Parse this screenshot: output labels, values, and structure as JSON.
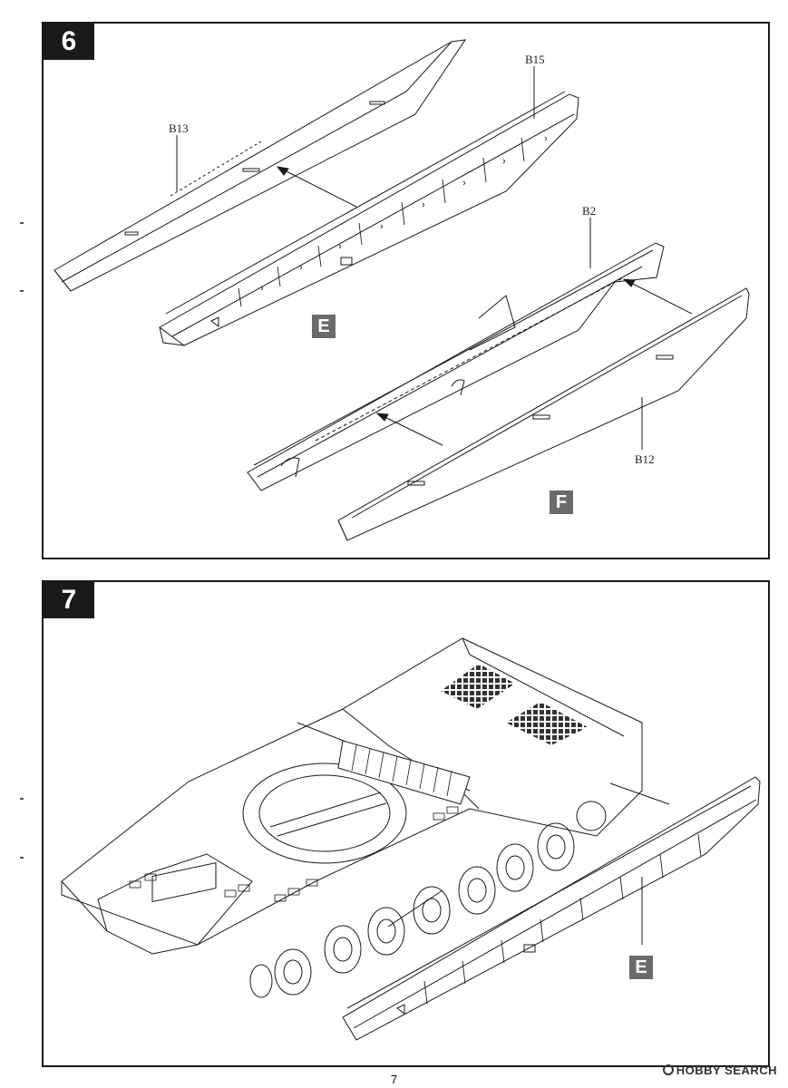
{
  "page": {
    "number": "7",
    "watermark": "HOBBY SEARCH"
  },
  "steps": [
    {
      "number": "6",
      "labels": {
        "b13": "B13",
        "b15": "B15",
        "b2": "B2",
        "b12": "B12",
        "box_e": "E",
        "box_f": "F"
      }
    },
    {
      "number": "7",
      "labels": {
        "box_e": "E"
      }
    }
  ],
  "colors": {
    "line": "#1a1a1a",
    "label_box": "#6b6b6b",
    "step_box": "#1a1a1a"
  }
}
